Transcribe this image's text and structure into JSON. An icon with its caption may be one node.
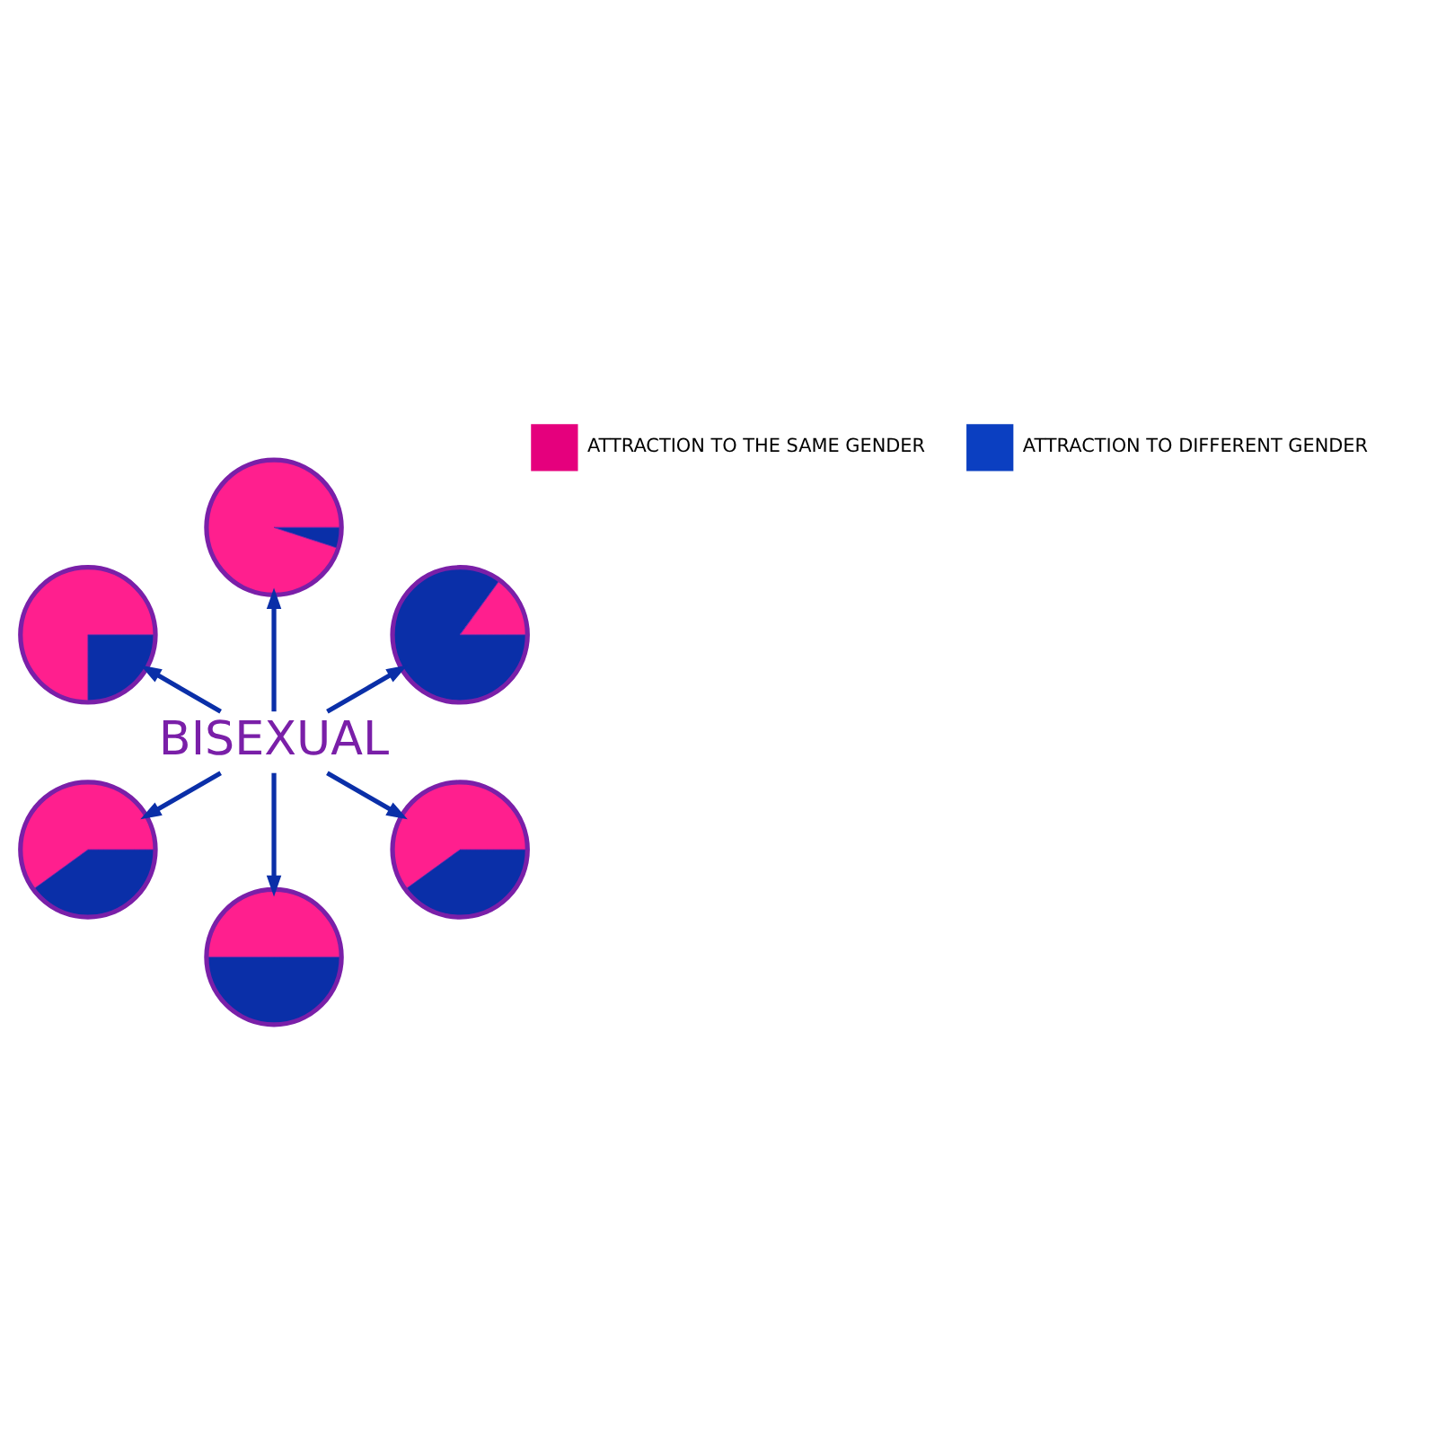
{
  "diagram": {
    "nodes": [
      {
        "text": [
          "BISEXUAL"
        ]
      },
      {
        "text": [],
        "shape": "circle"
      },
      {
        "text": [],
        "shape": "circle"
      },
      {
        "text": [],
        "shape": "circle"
      },
      {
        "text": [],
        "shape": "circle"
      },
      {
        "text": [],
        "shape": "circle"
      },
      {
        "text": [],
        "shape": "circle"
      }
    ],
    "edges": [
      {
        "from": 0,
        "to": 1,
        "arrow": "to"
      },
      {
        "from": 0,
        "to": 2,
        "arrow": "to"
      },
      {
        "from": 0,
        "to": 3,
        "arrow": "to"
      },
      {
        "from": 0,
        "to": 4,
        "arrow": "to"
      },
      {
        "from": 0,
        "to": 5,
        "arrow": "to"
      },
      {
        "from": 0,
        "to": 6,
        "arrow": "to"
      }
    ],
    "legend": [
      {
        "text": "ATTRACTION TO THE SAME GENDER",
        "color": "#e5007d"
      },
      {
        "text": "ATTRACTION TO DIFFERENT GENDER",
        "color": "#0b3fc1"
      }
    ]
  }
}
